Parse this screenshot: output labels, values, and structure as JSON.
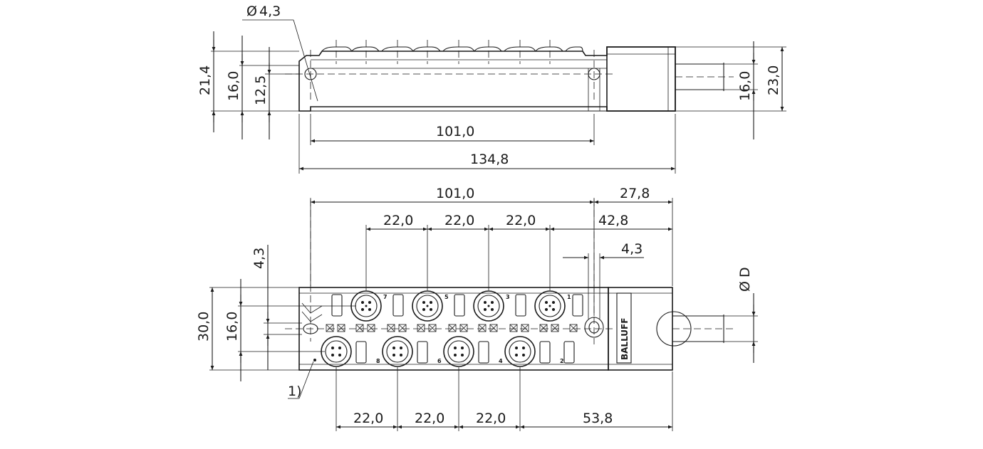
{
  "brand": "BALLUFF",
  "callout_1": "1)",
  "diameter_symbol": "Ø",
  "side_view": {
    "hole_diameter": "4,3",
    "height_overall": "21,4",
    "height_body": "16,0",
    "height_hole": "12,5",
    "hole_spacing": "101,0",
    "length_overall": "134,8",
    "cable_height": "16,0",
    "housing_height": "23,0"
  },
  "top_view": {
    "hole_spacing": "101,0",
    "head_length": "27,8",
    "pitch_top": [
      "22,0",
      "22,0",
      "22,0"
    ],
    "port1_to_end": "42,8",
    "hole_diameter": "4,3",
    "offset_vertical": "4,3",
    "cable_diameter": "D",
    "width_overall": "30,0",
    "port_row_spacing": "16,0",
    "pitch_bottom": [
      "22,0",
      "22,0",
      "22,0"
    ],
    "port2_to_end": "53,8"
  },
  "port_numbers_top": [
    "7",
    "5",
    "3",
    "1"
  ],
  "port_numbers_bottom": [
    "8",
    "6",
    "4",
    "2"
  ]
}
